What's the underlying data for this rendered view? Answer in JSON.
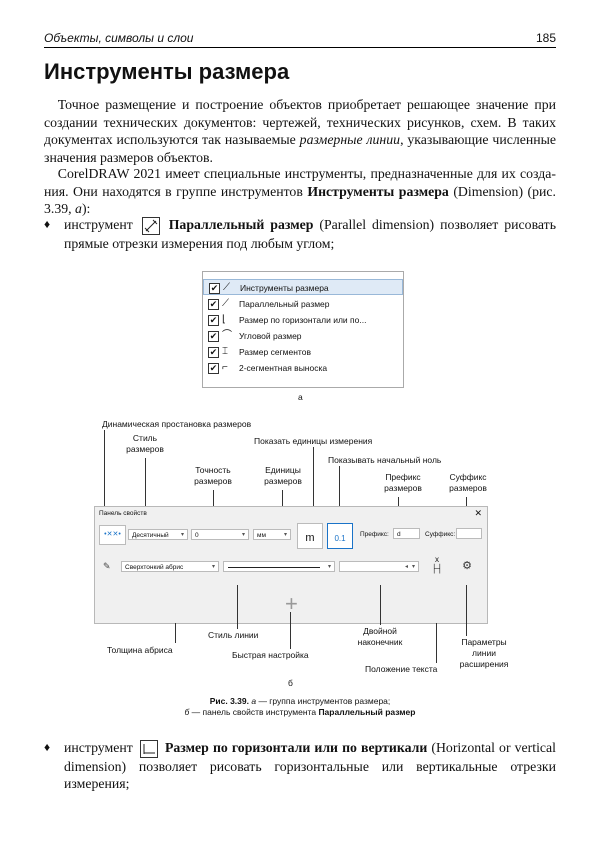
{
  "header": {
    "section": "Объекты, символы и слои",
    "page_number": "185"
  },
  "title": "Инструменты размера",
  "para1": "Точное размещение и построение объектов приобретает решающее значение при создании технических документов: чертежей, технических рисунков, схем. В таких документах используются так называемые ",
  "para1_em": "размерные линии",
  "para1_end": ", указывающие числен­ные значения размеров объектов.",
  "para2_a": "CorelDRAW 2021 имеет специальные инструменты, предназначенные для их созда­ния. Они находятся в группе инструментов ",
  "para2_b": "Инструменты размера",
  "para2_c": " (Dimension) (рис. 3.39, ",
  "para2_d": "а",
  "para2_e": "):",
  "bullet1": {
    "pre": "инструмент",
    "bold": "Параллельный размер",
    "rest": " (Parallel dimension) позволяет рисовать прямые отрезки измерения под любым углом;"
  },
  "fig_a": {
    "items": [
      {
        "label": "Инструменты размера",
        "icon": "parallel-dim-icon"
      },
      {
        "label": "Параллельный размер",
        "icon": "parallel-dim-icon"
      },
      {
        "label": "Размер по горизонтали или по...",
        "icon": "horizontal-dim-icon"
      },
      {
        "label": "Угловой размер",
        "icon": "angular-dim-icon"
      },
      {
        "label": "Размер сегментов",
        "icon": "segment-dim-icon"
      },
      {
        "label": "2-сегментная выноска",
        "icon": "callout-icon"
      }
    ],
    "caption": "а"
  },
  "fig_b": {
    "labels_top": {
      "dynamic": "Динамическая простановка размеров",
      "style": "Стиль размеров",
      "precision": "Точность размеров",
      "units": "Единицы размеров",
      "show_units": "Показать единицы измерения",
      "show_zero": "Показывать начальный ноль",
      "prefix": "Префикс размеров",
      "suffix": "Суффикс размеров"
    },
    "labels_bottom": {
      "outline_width": "Толщина абриса",
      "line_style": "Стиль линии",
      "quick": "Быстрая настройка",
      "double_arrow": "Двойной наконечник",
      "text_pos": "Положение текста",
      "ext_params": "Параметры линии расширения"
    },
    "panel": {
      "title": "Панель свойств",
      "close": "✕",
      "style_value": "Десятичный",
      "precision_value": "0",
      "units_value": "мм",
      "units_icon_text": "m",
      "zero_icon_text": "0.1",
      "prefix_label": "Префикс:",
      "prefix_value": "d",
      "suffix_label": "Суффикс:",
      "suffix_value": "",
      "outline_value": "Сверхтонкий абрис",
      "plus": "+"
    },
    "caption": "б"
  },
  "figure_caption": {
    "line1_a": "Рис. 3.39.",
    "line1_b": " а",
    "line1_c": " — группа инструментов размера;",
    "line2_a": "б",
    "line2_b": " — панель свойств инструмента ",
    "line2_c": "Параллельный размер"
  },
  "bullet2": {
    "pre": "инструмент",
    "bold": "Размер по горизонтали или по вертикали",
    "rest": " (Horizontal or vertical dimension) позволяет рисовать горизонтальные или вертикальные отрез­ки измерения;"
  },
  "bullet_symbol": "♦"
}
